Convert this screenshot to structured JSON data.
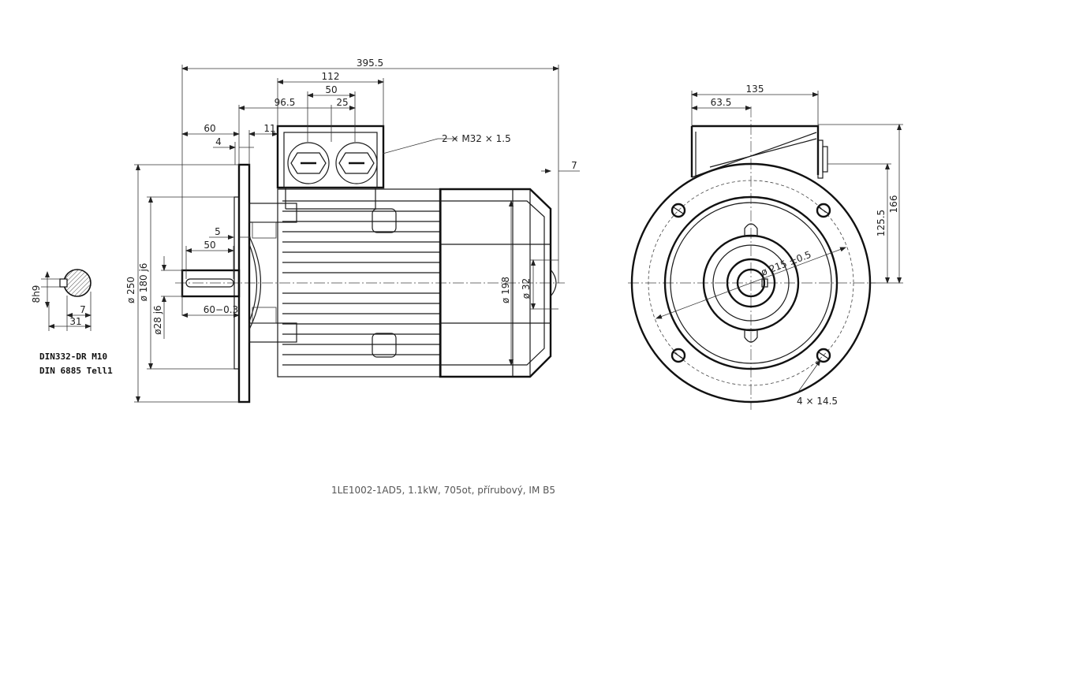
{
  "side_view": {
    "dim_overall_length": "395.5",
    "dim_terminal_box_length": "112",
    "dim_gland_spacing": "50",
    "dim_gland_offset": "25",
    "dim_box_position": "96.5",
    "dim_flange_to_box": "60",
    "dim_box_gap": "11",
    "dim_flange_thickness": "4",
    "dim_cable_glands": "2 × M32 × 1.5",
    "dim_fan_cover_offset": "7",
    "dim_flange_outer": "ø 250",
    "dim_flange_spigot": "ø 180 j6",
    "dim_shaft_diameter": "ø28 j6",
    "dim_key_offset": "5",
    "dim_key_length": "50",
    "dim_shaft_length": "60−0.3",
    "dim_body_diameter": "ø 198",
    "dim_fan_cover_diameter": "ø 32"
  },
  "shaft_detail": {
    "dim_key_width": "8h9",
    "dim_key_depth": "7",
    "dim_shaft_height": "31",
    "note_center_hole": "DIN332-DR M10",
    "note_key": "DIN 6885 Tell1"
  },
  "front_view": {
    "dim_width": "135",
    "dim_box_offset": "63.5",
    "dim_height_total": "166",
    "dim_height_axis": "125.5",
    "dim_bolt_circle": "ø 215 ±0.5",
    "dim_mount_holes": "4 × 14.5"
  },
  "caption": "1LE1002-1AD5, 1.1kW, 705ot, přírubový, IM B5"
}
